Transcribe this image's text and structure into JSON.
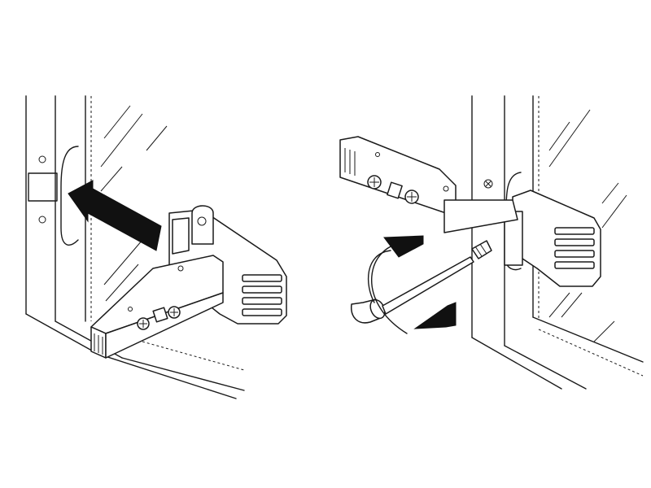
{
  "figure": {
    "panels": [
      {
        "step": "attach-hinge-arm",
        "arrow_direction": "left"
      },
      {
        "step": "tighten-screw",
        "arrow_direction": "clockwise"
      }
    ],
    "colors": {
      "line": "#1a1a1a",
      "fill": "#ffffff",
      "arrow": "#111111"
    }
  }
}
